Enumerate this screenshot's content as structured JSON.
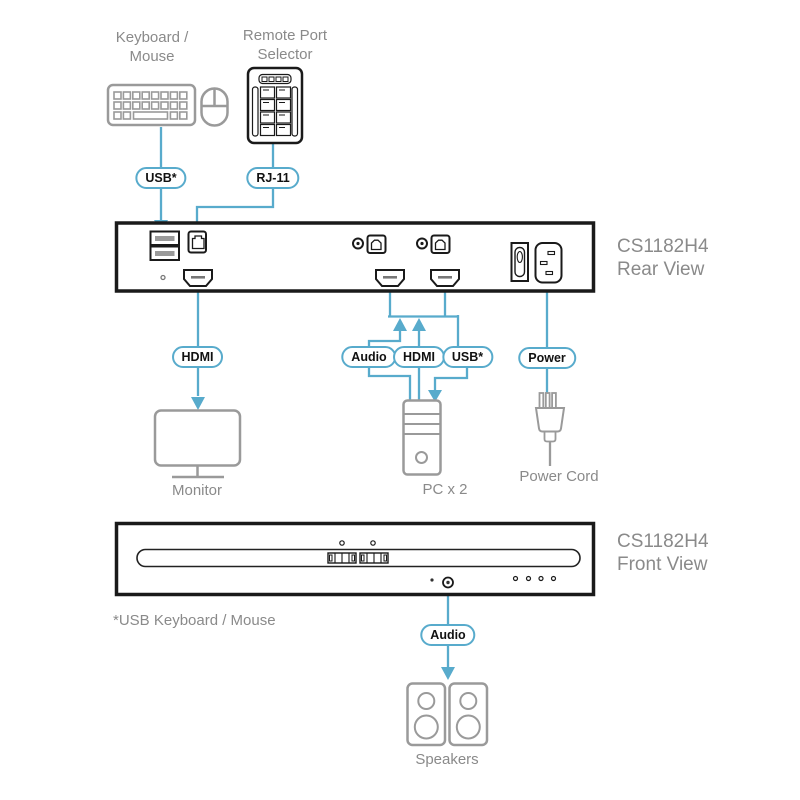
{
  "colors": {
    "accent": "#58abcc",
    "icon_gray": "#9a9a9a",
    "label_gray": "#8a8a8a",
    "outline_black": "#1a1a1a"
  },
  "peripherals": {
    "keyboard_mouse": "Keyboard /\nMouse",
    "remote_port_selector": "Remote Port\nSelector",
    "monitor": "Monitor",
    "pc": "PC x 2",
    "power_cord": "Power Cord",
    "speakers": "Speakers"
  },
  "device": {
    "rear": "CS1182H4\nRear View",
    "front": "CS1182H4\nFront View"
  },
  "connectors": {
    "usb_keyboard": "USB*",
    "rj11": "RJ-11",
    "hdmi_monitor": "HDMI",
    "audio_pc": "Audio",
    "hdmi_pc": "HDMI",
    "usb_pc": "USB*",
    "power": "Power",
    "audio_front": "Audio"
  },
  "footnote": "*USB Keyboard / Mouse"
}
